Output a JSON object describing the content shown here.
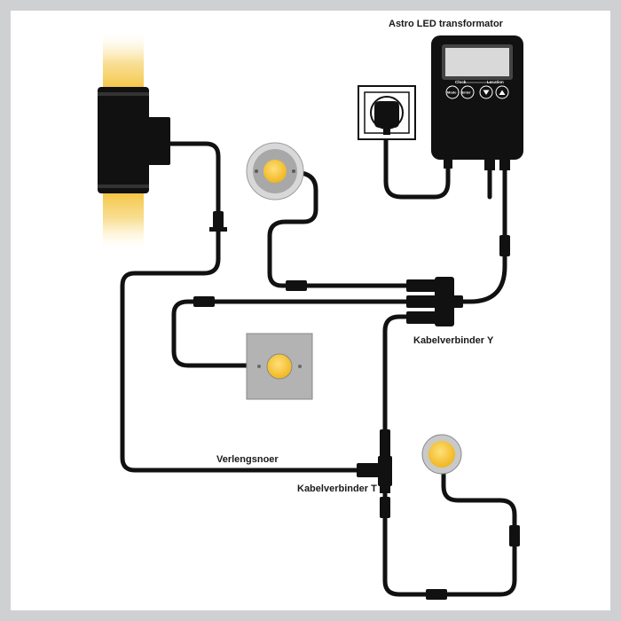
{
  "labels": {
    "transformer": "Astro LED transformator",
    "y_connector": "Kabelverbinder Y",
    "extension": "Verlengsnoer",
    "t_connector": "Kabelverbinder T"
  },
  "transformer": {
    "left_label": "Clock",
    "right_label": "Location",
    "button_mode": "Mode",
    "button_enter": "Enter"
  },
  "colors": {
    "frame": "#cfd0d2",
    "background": "#ffffff",
    "cable": "#111111",
    "led": "#f4c23a",
    "fixture_plate": "#b3b3b3",
    "glow": "#f5d98a"
  }
}
